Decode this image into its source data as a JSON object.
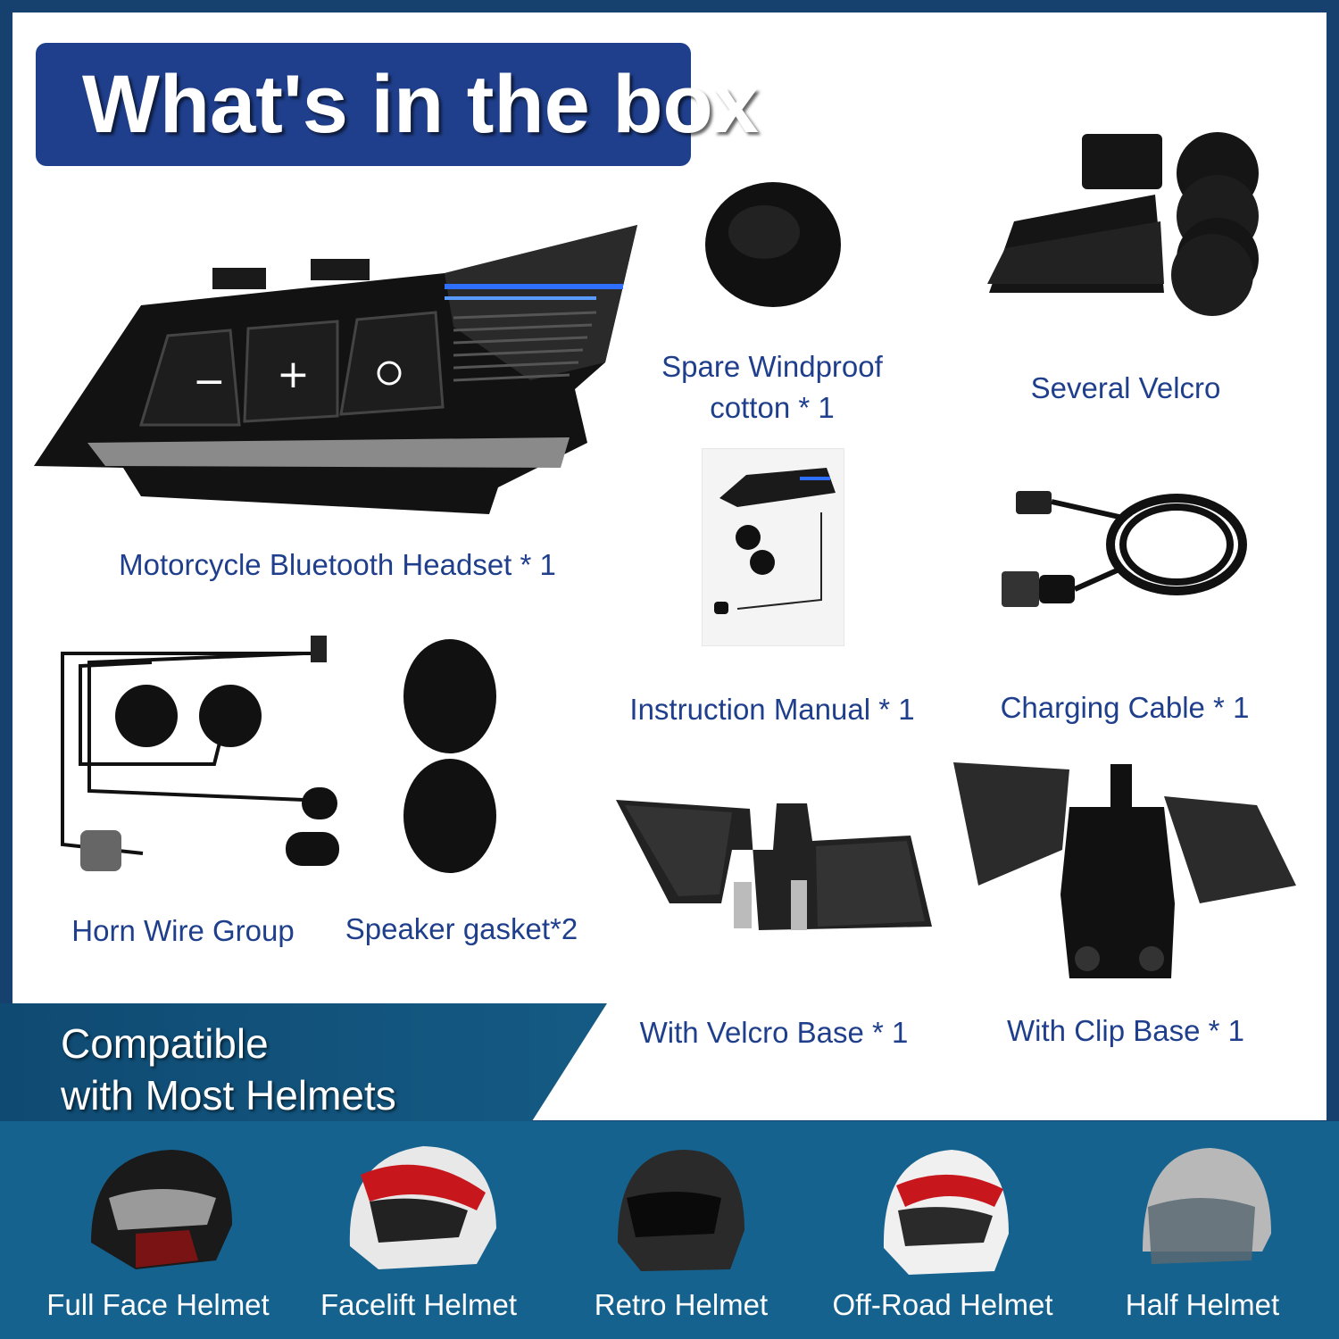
{
  "title": "What's in the box",
  "colors": {
    "accent": "#1f3f8c",
    "band": "#155a85",
    "text_on_band": "#ffffff"
  },
  "items": {
    "headset": "Motorcycle Bluetooth Headset * 1",
    "windproof_line1": "Spare Windproof",
    "windproof_line2": "cotton * 1",
    "velcro": "Several Velcro",
    "manual": "Instruction Manual * 1",
    "cable": "Charging Cable * 1",
    "horn": "Horn Wire Group",
    "gasket": "Speaker gasket*2",
    "velcro_base": "With Velcro Base * 1",
    "clip_base": "With Clip Base * 1"
  },
  "compatible": {
    "line1": "Compatible",
    "line2": "with Most Helmets"
  },
  "helmets": [
    {
      "label": "Full Face Helmet"
    },
    {
      "label": "Facelift Helmet"
    },
    {
      "label": "Retro Helmet"
    },
    {
      "label": "Off-Road Helmet"
    },
    {
      "label": "Half Helmet"
    }
  ]
}
